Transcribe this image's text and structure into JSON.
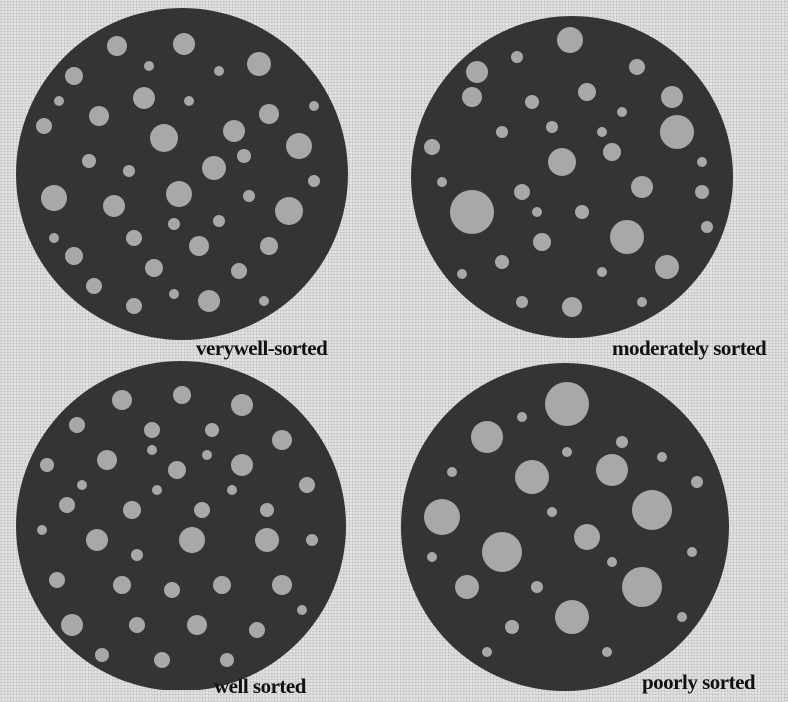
{
  "panels": [
    {
      "id": "very-well",
      "label": "verywell-sorted"
    },
    {
      "id": "moderately",
      "label": "moderately sorted"
    },
    {
      "id": "well",
      "label": "well sorted"
    },
    {
      "id": "poorly",
      "label": "poorly sorted"
    }
  ],
  "colors": {
    "disk": "#343434",
    "grain": "#a8a8a8"
  }
}
